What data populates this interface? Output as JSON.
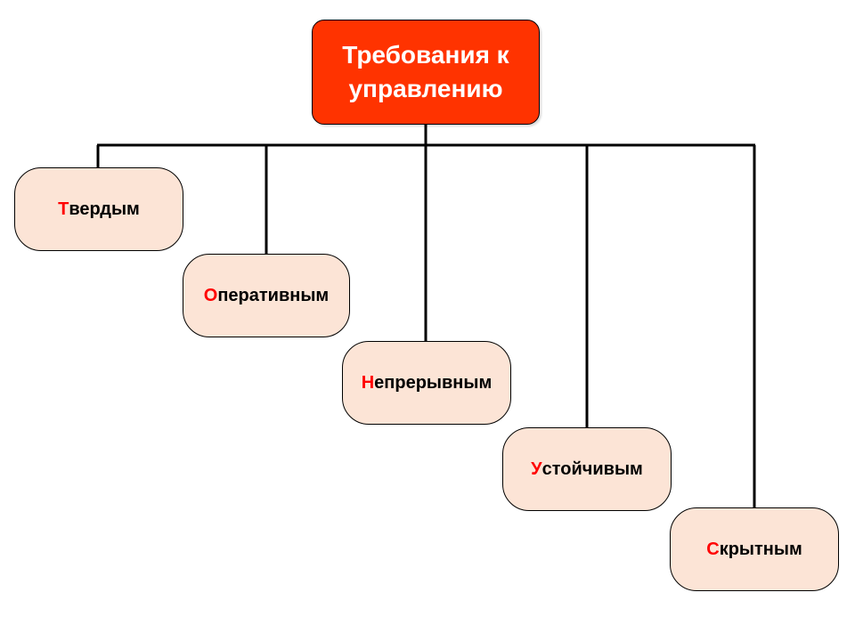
{
  "root": {
    "label": "Требования к управлению",
    "color": "#ff3300"
  },
  "children": [
    {
      "initial": "Т",
      "rest": "вердым"
    },
    {
      "initial": "О",
      "rest": "перативным"
    },
    {
      "initial": "Н",
      "rest": "епрерывным"
    },
    {
      "initial": "У",
      "rest": "стойчивым"
    },
    {
      "initial": "С",
      "rest": "крытным"
    }
  ],
  "colors": {
    "child_fill": "#fce4d6",
    "initial_letter": "#ff0000",
    "connector": "#000000"
  }
}
